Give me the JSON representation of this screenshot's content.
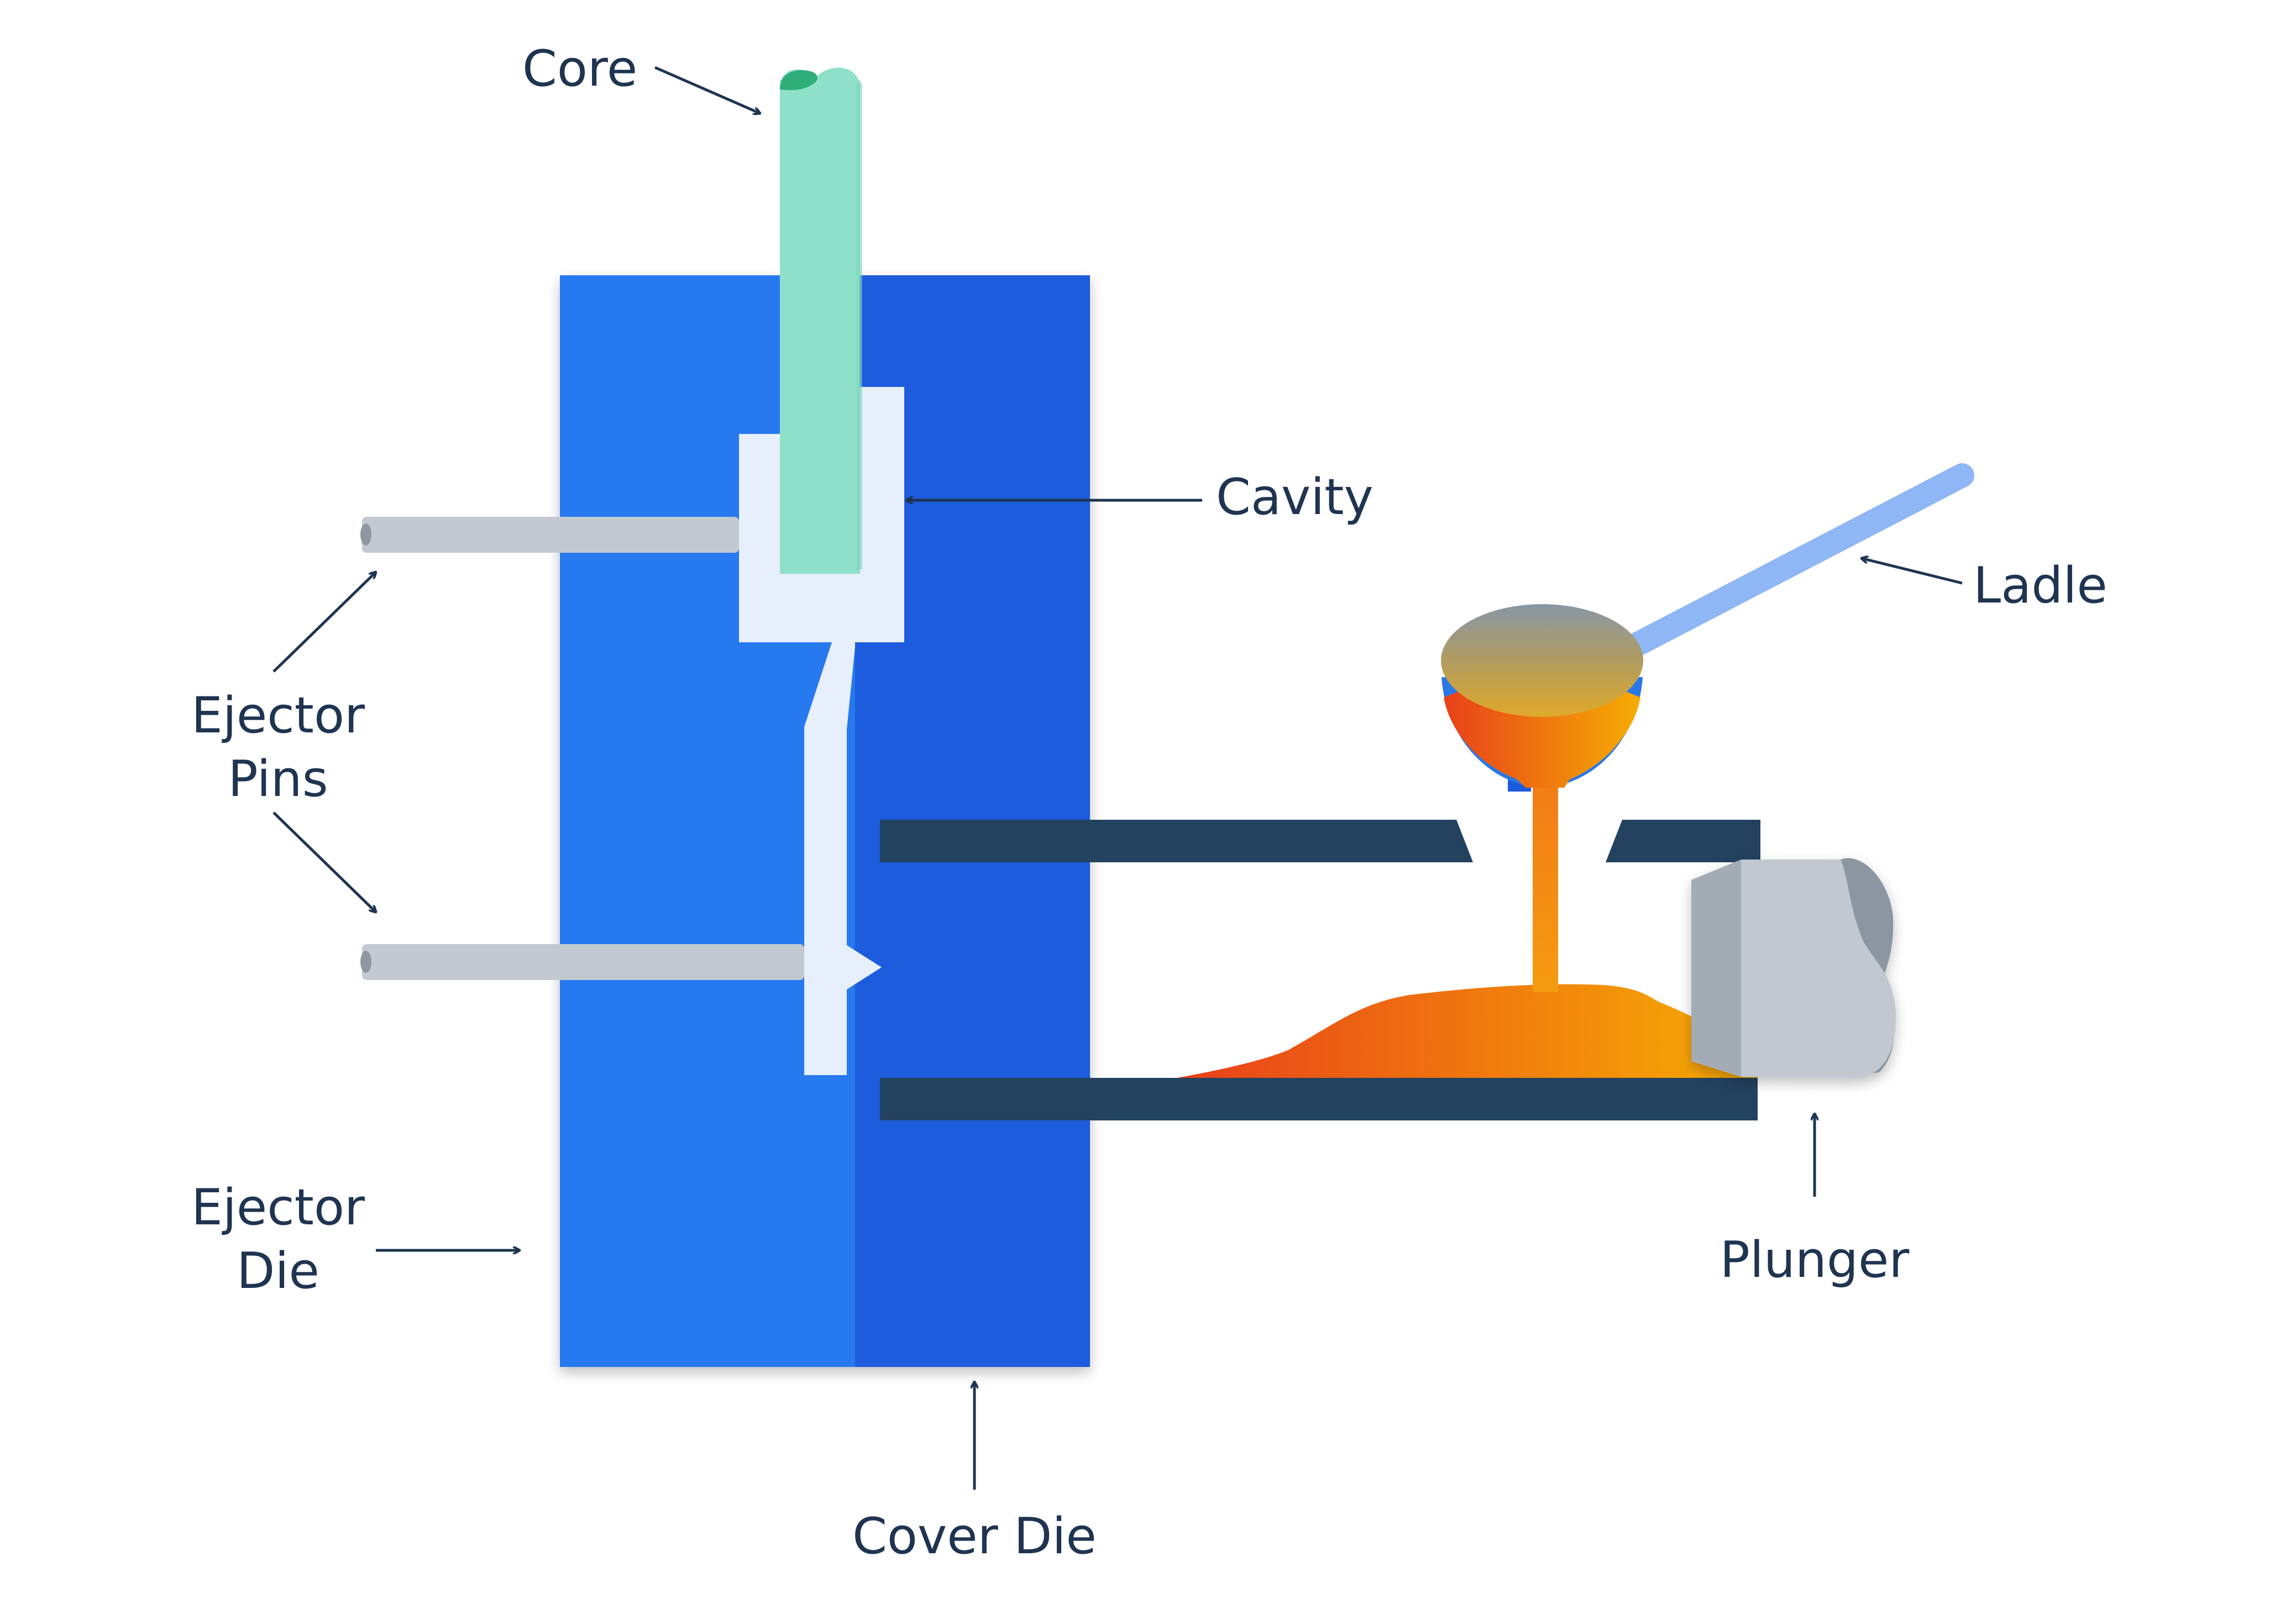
{
  "labels": {
    "core": "Core",
    "cavity": "Cavity",
    "ladle": "Ladle",
    "ejector_pins_line1": "Ejector",
    "ejector_pins_line2": "Pins",
    "ejector_die_line1": "Ejector",
    "ejector_die_line2": "Die",
    "plunger": "Plunger",
    "cover_die": "Cover Die"
  },
  "colors": {
    "ejector_die": "#2679ef",
    "cover_die": "#1b5bdd",
    "core": "#8ee0c8",
    "core_cap": "#2fae7a",
    "cavity": "#e6effb",
    "ejector_pin": "#c3c9d0",
    "shot_sleeve": "#23425f",
    "molten_metal_start": "#e8401a",
    "molten_metal_end": "#f6ad04",
    "ladle_handle": "#8fb6f5",
    "ladle_bowl": "#2a77e6",
    "plunger": "#c1c8cf",
    "plunger_shadow": "#a3acb5",
    "label_text": "#1f3450"
  },
  "icons": {
    "arrow": "arrowhead"
  }
}
